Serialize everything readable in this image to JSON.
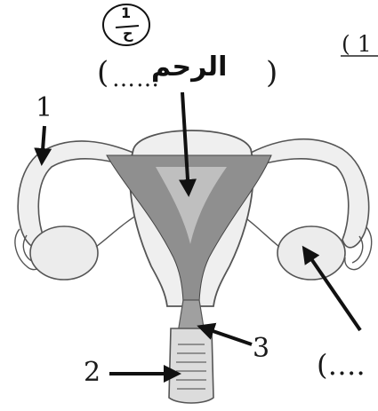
{
  "question_number": "( 1",
  "handwritten_mark": {
    "numerator": "1",
    "denominator": "ح"
  },
  "handwritten_answer": "الرحم",
  "top_blank_open": "(",
  "top_blank_dots": "……",
  "top_blank_close": ")",
  "labels": {
    "one": "1",
    "two": "2",
    "three": "3"
  },
  "bottom_right_blank": "(….",
  "colors": {
    "tissue_fill": "#efefef",
    "tissue_stroke": "#555555",
    "cavity_dark": "#8f8f8f",
    "cavity_light": "#c4c4c4",
    "arrow": "#111111",
    "ink": "#1a1a1a"
  }
}
